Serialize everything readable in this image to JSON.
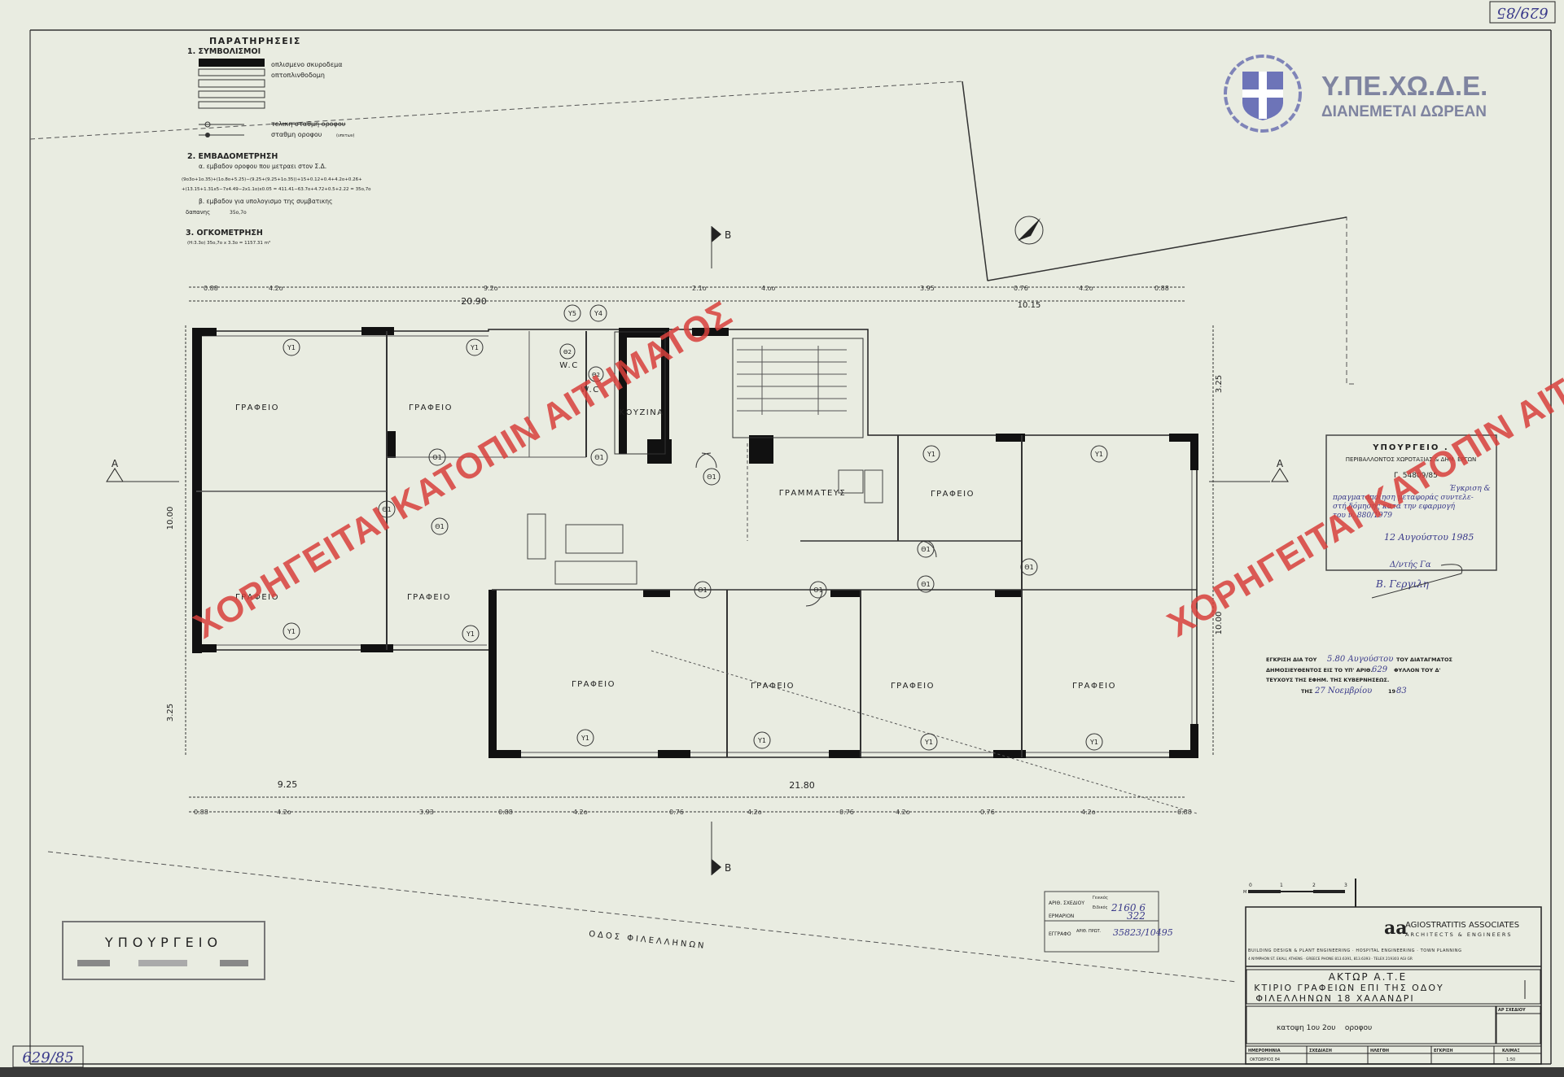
{
  "corner_ref_top": "629/85",
  "corner_ref_bottom": "629/85",
  "logo": {
    "line1": "Υ.ΠΕ.ΧΩ.Δ.Ε.",
    "line2": "ΔΙΑΝΕΜΕΤΑΙ ΔΩΡΕΑΝ",
    "color": "#7f84a0"
  },
  "legend": {
    "title": "ΠΑΡΑΤΗΡΗΣΕΙΣ",
    "s1": "1. ΣΥΜΒΟΛΙΣΜΟΙ",
    "symbols": [
      "οπλισμενο σκυροδεμα",
      "οπτοπλινθοδομη"
    ],
    "level_final": "τελικη σταθμη οροφου",
    "level": "σταθμη οροφου",
    "level_note": "(υπετων)",
    "s2": "2. ΕΜΒΑΔΟΜΕΤΡΗΣΗ",
    "a": "α. εμβαδον οροφου που μετραει στον Σ.Δ.",
    "f1": "(9o3o+1o.35)+(1o.8o+5.25)−(9.25+(9.25+1o.35))+15+0.12+0.4+4.2o+0.26+",
    "f2": "+(13.15+1.31x5−7x4.49−2x1.1o)x0.05 = 411.41−63.7o+4.72+0.5+2.22 = 35o,7o",
    "b": "β. εμβαδον για υπολογισμο της συμβατικης",
    "b2": "δαπανης",
    "b2v": "35o,7o",
    "s3": "3. ΟΓΚΟΜΕΤΡΗΣΗ",
    "f3": "(H:3.3o)  35o,7o x 3.3o = 1157.31 m³"
  },
  "watermark": "ΧΟΡΗΓΕΙΤΑΙ ΚΑΤΟΠΙΝ ΑΙΤΗΜΑΤΟΣ",
  "rooms": {
    "office": "ΓΡΑΦΕΙΟ",
    "secretary": "ΓΡΑΜΜΑΤΕΥΣ",
    "kitchen": "ΚΟΥΖΙΝΑ",
    "wc": "W.C"
  },
  "dimensions": {
    "top_total_left": "20.90",
    "top_total_right": "10.15",
    "bottom_total_left": "9.25",
    "bottom_total_right": "21.80",
    "left_depth": "10.00",
    "left_offset": "3.25",
    "right_offset": "3.25",
    "right_depth": "10.00",
    "top_parts": [
      "0.88",
      "4.2o",
      "9.2o",
      "2.1o",
      "4.oo",
      "3.95",
      "0.76",
      "4.2o",
      "0.88"
    ],
    "bottom_parts": [
      "0.88",
      "4.2o",
      "3.93",
      "0.88",
      "4.2o",
      "0.76",
      "4.2o",
      "0.76",
      "4.2o",
      "0.76",
      "4.2o",
      "0.88"
    ]
  },
  "section_marks": {
    "a": "A",
    "b": "B"
  },
  "symbols": {
    "y1": "Υ1",
    "t1": "Θ1",
    "t2": "Θ2",
    "y4": "Υ4",
    "y5": "Υ5"
  },
  "street": "ΟΔΟΣ ΦΙΛΕΛΛΗΝΩΝ",
  "stamp_ministry": {
    "title": "ΥΠΟΥΡΓΕΙΟ .",
    "subtitle": "ΠΕΡΙΒΑΛΛΟΝΤΟΣ ΧΩΡΟΤΑΞΙΑΣ & ΔΗΜ. ΕΡΓΩΝ",
    "ref": "Γ. 54809/85",
    "text1": "Έγκριση &",
    "text2": "πραγματοποίηση μεταφοράς συντελε-",
    "text3": "στή δόμησης κατά την εφαρμογή",
    "text4": "του ν. 880/1979",
    "date": "12 Αυγούστου 1985",
    "role": "Δ/ντής Γα",
    "signature": "Β. Γεργιλη"
  },
  "approval_note": {
    "l1": "ΕΓΚΡΙΣΗ ΔΙΑ ΤΟΥ",
    "l1v": "5.80 Αυγούστου",
    "l1e": "ΤΟΥ ΔΙΑΤΑΓΜΑΤΟΣ",
    "l2": "ΔΗΜΟΣΙΕΥΘΕΝΤΟΣ ΕΙΣ ΤΟ ΥΠ' ΑΡΙΘ.",
    "l2v": "629",
    "l2e": "ΦΥΛΛΟΝ ΤΟΥ Δ'",
    "l3": "ΤΕΥΧΟΥΣ ΤΗΣ ΕΦΗΜ. ΤΗΣ ΚΥΒΕΡΝΗΣΕΩΣ.",
    "l4": "ΤΗΣ",
    "l4v": "27 Νοεμβρίου",
    "l4e": "19",
    "l4y": "83"
  },
  "stamp_bottom_left": "ΥΠΟΥΡΓΕΙΟ",
  "archive_stamp": {
    "r1": "ΑΡΙΘ. ΣΧΕΔΙΟΥ",
    "r1a": "Γενικός",
    "r1b": "Ειδικός",
    "r1v": "2160 6",
    "r2": "ΕΡΜΑΡΙΟΝ",
    "r2v": "322",
    "r3": "ΕΓΓΡΑΦΟ",
    "r3a": "ΑΡΙΘ. ΠΡΩΤ.",
    "r3v": "35823/10495"
  },
  "scale_bar": {
    "labels": [
      "0",
      "1",
      "2",
      "3"
    ],
    "unit": "M"
  },
  "title_block": {
    "firm_logo": "aa",
    "firm": "AGIOSTRATITIS ASSOCIATES",
    "firm_sub": "ARCHITECTS & ENGINEERS",
    "services": "BUILDING DESIGN & PLANT ENGINEERING · HOSPITAL ENGINEERING · TOWN PLANNING",
    "address": "4 NYMPHON ST. EKALI, ATHENS · GREECE  PHONE 813.6391, 813.6393 · TELEX 219303 AGI GR",
    "client": "ΑΚΤΩΡ Α.Τ.Ε",
    "project1": "ΚΤΙΡΙΟ ΓΡΑΦΕΙΩΝ ΕΠΙ ΤΗΣ ΟΔΟΥ",
    "project2": "ΦΙΛΕΛΛΗΝΩΝ 18 ΧΑΛΑΝΔΡΙ",
    "drawing_title": "κατοψη 1ου 2ου    οροφου",
    "drawing_no_label": "ΑΡ ΣΧΕΔΙΟΥ",
    "cols": [
      "ΗΜΕΡΟΜΗΝΙΑ",
      "ΣΧΕΔΙΑΣΗ",
      "ΗΛΕΓΘΗ",
      "ΕΓΚΡΙΣΗ",
      "ΚΛΙΜΑΞ"
    ],
    "date": "ΟΚΤΩΒΡΙΟΣ 84",
    "scale": "1:50"
  }
}
